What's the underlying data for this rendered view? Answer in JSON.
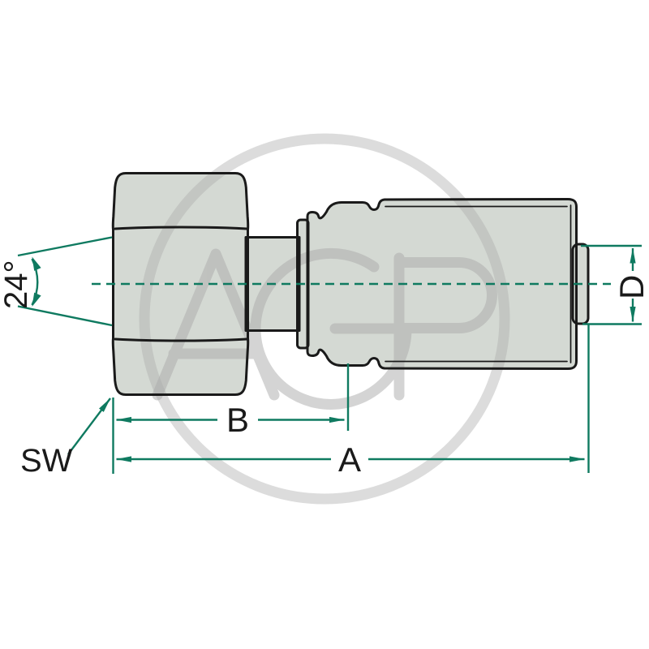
{
  "drawing": {
    "type": "technical-dimension-drawing",
    "labels": {
      "dim_a": "A",
      "dim_b": "B",
      "dim_d": "D",
      "wrench_size": "SW",
      "cone_angle": "24°"
    },
    "watermark": "AGP",
    "colors": {
      "dimension_green": "#0f7a60",
      "outline_black": "#1a1a1a",
      "metal_gray": "#d4d9d3",
      "watermark_gray": "#ababab"
    }
  }
}
